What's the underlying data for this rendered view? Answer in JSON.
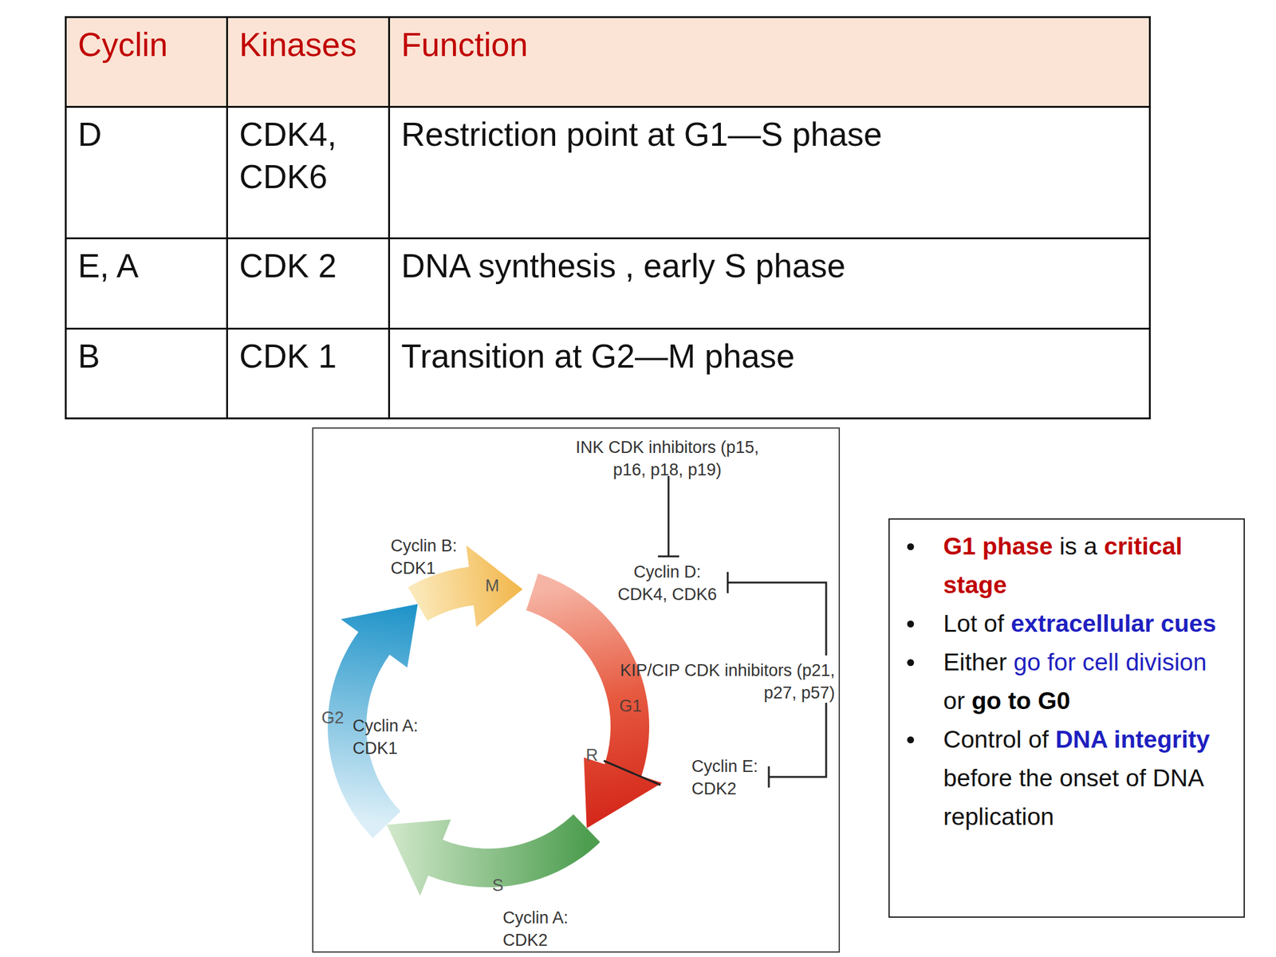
{
  "diagram": {
    "nodes": [
      {
        "text": [
          "G1 phase is a critical stage",
          "Lot of extracellular cues",
          "Either go for cell division or go to G0",
          "Control of DNA integrity before the onset of DNA replication"
        ]
      }
    ],
    "labels": [
      "Cyclin",
      "Kinases",
      "Function",
      "D",
      "CDK4, CDK6",
      "Restriction point at G1—S phase",
      "E, A",
      "CDK 2",
      "DNA synthesis , early S phase",
      "B",
      "CDK 1",
      "Transition at G2—M phase",
      "INK CDK inhibitors (p15, p16, p18, p19)",
      "Cyclin B: CDK1",
      "M",
      "Cyclin D: CDK4, CDK6",
      "KIP/CIP CDK inhibitors (p21, p27, p57)",
      "G2",
      "Cyclin A: CDK1",
      "G1",
      "R",
      "Cyclin E: CDK2",
      "S",
      "Cyclin A: CDK2"
    ]
  }
}
